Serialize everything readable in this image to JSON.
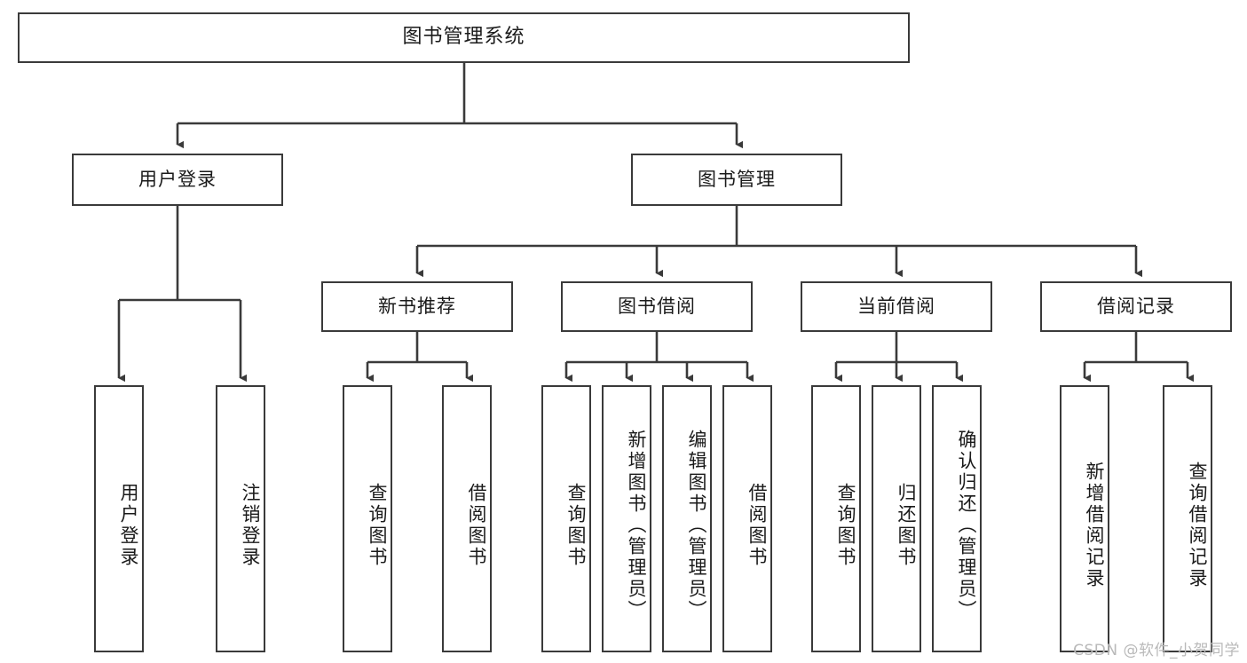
{
  "diagram": {
    "title_node": {
      "label": "图书管理系统"
    },
    "level2": [
      {
        "id": "user-login",
        "label": "用户登录"
      },
      {
        "id": "book-manage",
        "label": "图书管理"
      }
    ],
    "level3": [
      {
        "id": "new-book-recommend",
        "label": "新书推荐"
      },
      {
        "id": "book-borrow",
        "label": "图书借阅"
      },
      {
        "id": "current-borrow",
        "label": "当前借阅"
      },
      {
        "id": "borrow-record",
        "label": "借阅记录"
      }
    ],
    "leaves": [
      {
        "id": "leaf-user-login",
        "label": "用户登录"
      },
      {
        "id": "leaf-user-logout",
        "label": "注销登录"
      },
      {
        "id": "leaf-query-book-1",
        "label": "查询图书"
      },
      {
        "id": "leaf-borrow-book-1",
        "label": "借阅图书"
      },
      {
        "id": "leaf-query-book-2",
        "label": "查询图书"
      },
      {
        "id": "leaf-add-book",
        "label": "新增图书（管理员）"
      },
      {
        "id": "leaf-edit-book",
        "label": "编辑图书（管理员）"
      },
      {
        "id": "leaf-borrow-book-2",
        "label": "借阅图书"
      },
      {
        "id": "leaf-query-book-3",
        "label": "查询图书"
      },
      {
        "id": "leaf-return-book",
        "label": "归还图书"
      },
      {
        "id": "leaf-confirm-return",
        "label": "确认归还（管理员）"
      },
      {
        "id": "leaf-add-record",
        "label": "新增借阅记录"
      },
      {
        "id": "leaf-query-record",
        "label": "查询借阅记录"
      }
    ]
  },
  "watermark": {
    "text": "CSDN @软件_小贺同学"
  },
  "colors": {
    "border": "#3a3a3a",
    "text": "#1a1a1a",
    "background": "#ffffff",
    "watermark": "#b9b9b9"
  }
}
